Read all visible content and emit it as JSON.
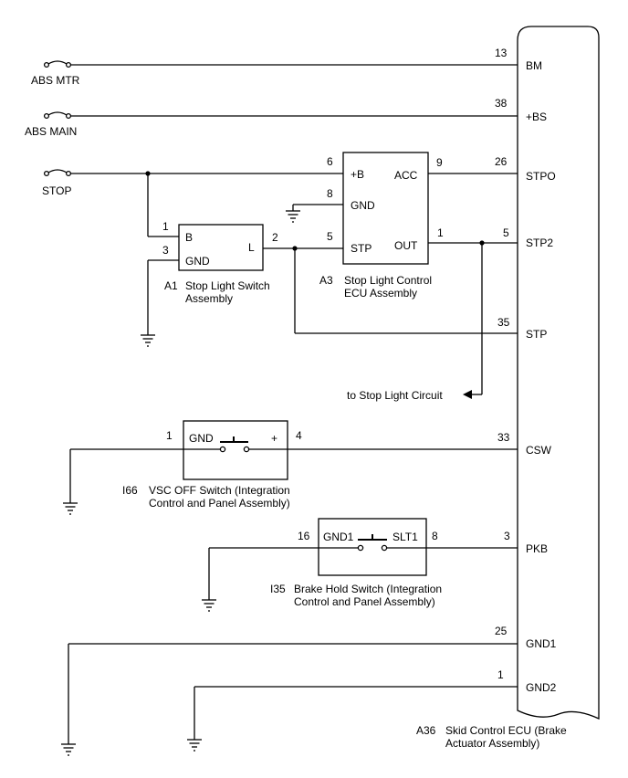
{
  "fuses": {
    "abs_mtr": "ABS MTR",
    "abs_main": "ABS MAIN",
    "stop": "STOP"
  },
  "ecu_a36": {
    "code": "A36",
    "name_line1": "Skid Control ECU (Brake",
    "name_line2": "Actuator Assembly)",
    "pins": [
      {
        "num": "13",
        "label": "BM"
      },
      {
        "num": "38",
        "label": "+BS"
      },
      {
        "num": "26",
        "label": "STPO"
      },
      {
        "num": "5",
        "label": "STP2"
      },
      {
        "num": "35",
        "label": "STP"
      },
      {
        "num": "33",
        "label": "CSW"
      },
      {
        "num": "3",
        "label": "PKB"
      },
      {
        "num": "25",
        "label": "GND1"
      },
      {
        "num": "1",
        "label": "GND2"
      }
    ]
  },
  "a1": {
    "code": "A1",
    "name_line1": "Stop Light Switch",
    "name_line2": "Assembly",
    "pins": {
      "b_num": "1",
      "b_label": "B",
      "gnd_num": "3",
      "gnd_label": "GND",
      "l_num": "2",
      "l_label": "L"
    }
  },
  "a3": {
    "code": "A3",
    "name_line1": "Stop Light Control",
    "name_line2": "ECU Assembly",
    "pins": {
      "b_num": "6",
      "b_label": "+B",
      "gnd_num": "8",
      "gnd_label": "GND",
      "stp_num": "5",
      "stp_label": "STP",
      "acc_num": "9",
      "acc_label": "ACC",
      "out_num": "1",
      "out_label": "OUT"
    }
  },
  "stop_light_circuit": "to Stop Light Circuit",
  "i66": {
    "code": "I66",
    "name_line1": "VSC OFF Switch (Integration",
    "name_line2": "Control and Panel Assembly)",
    "pins": {
      "gnd_num": "1",
      "gnd_label": "GND",
      "plus_num": "4",
      "plus_label": "+"
    }
  },
  "i35": {
    "code": "I35",
    "name_line1": "Brake Hold Switch (Integration",
    "name_line2": "Control and Panel Assembly)",
    "pins": {
      "gnd1_num": "16",
      "gnd1_label": "GND1",
      "slt1_num": "8",
      "slt1_label": "SLT1"
    }
  }
}
